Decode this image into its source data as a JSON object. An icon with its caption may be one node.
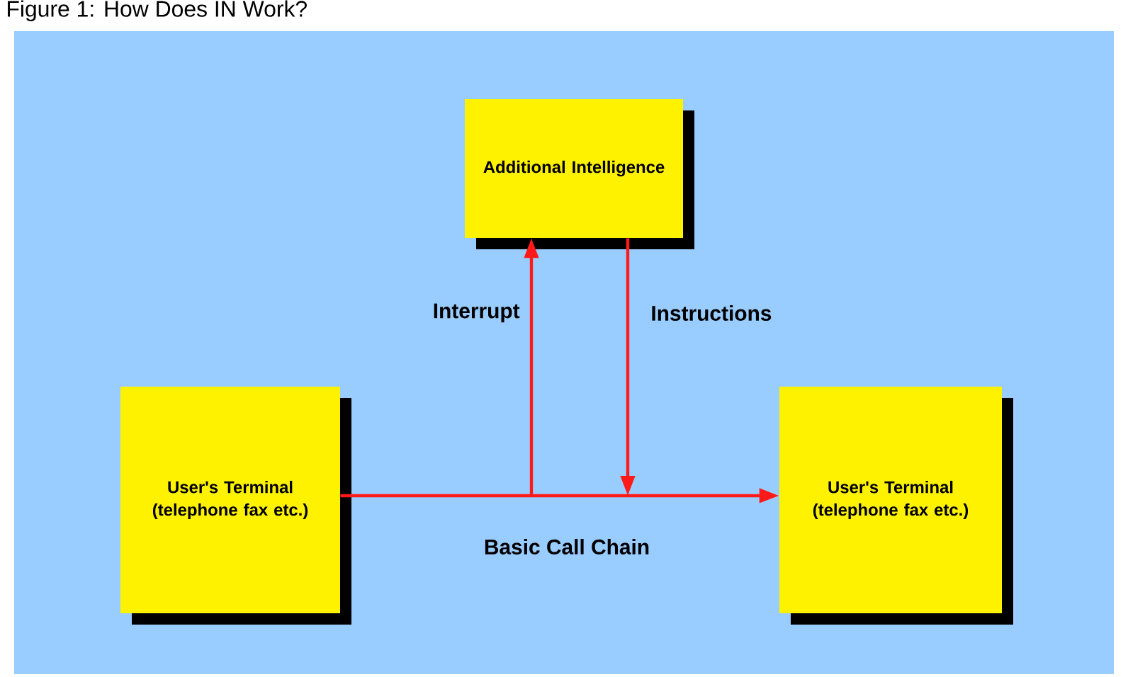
{
  "diagram": {
    "title": "Figure 1: How Does IN Work?",
    "nodes": [
      {
        "text": [
          "Additional Intelligence"
        ]
      },
      {
        "text": [
          "User's Terminal (telephone fax etc.)"
        ]
      },
      {
        "text": [
          "User's Terminal (telephone fax etc.)"
        ]
      }
    ],
    "edges": [
      {
        "from": 1,
        "to": 2,
        "arrow": "to",
        "label": "Basic Call Chain"
      },
      {
        "from": null,
        "to": 0,
        "arrow": "to",
        "label": "Interrupt"
      },
      {
        "from": 0,
        "to": null,
        "arrow": "to",
        "label": "Instructions"
      }
    ]
  }
}
